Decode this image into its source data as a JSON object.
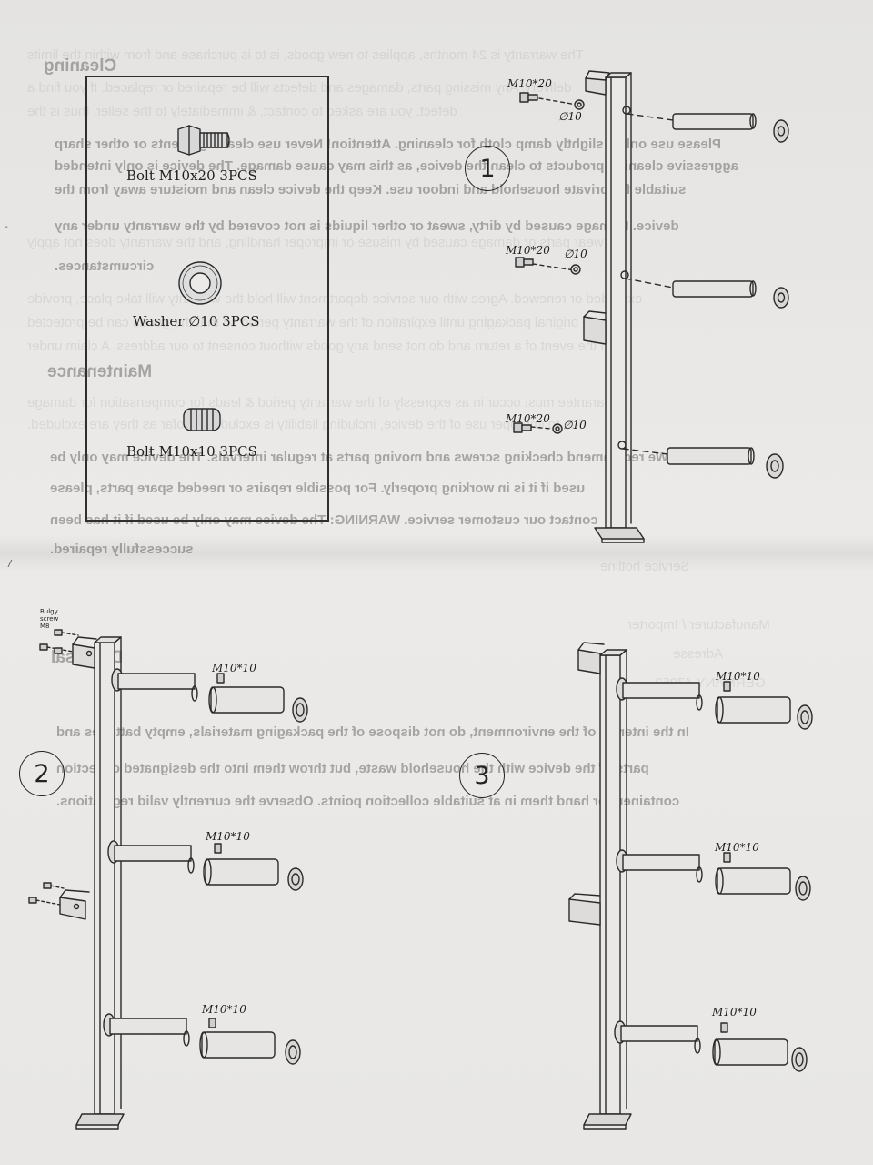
{
  "parts": [
    {
      "label": "Bolt M10x20 3PCS",
      "icon": "bolt-long-icon"
    },
    {
      "label": "Washer ∅10 3PCS",
      "icon": "washer-icon"
    },
    {
      "label": "Bolt M10x10 3PCS",
      "icon": "bolt-short-icon"
    }
  ],
  "steps": [
    {
      "number": "1"
    },
    {
      "number": "2"
    },
    {
      "number": "3"
    }
  ],
  "step1": {
    "bolt_label": "M10*20",
    "washer_label": "∅10"
  },
  "step2": {
    "screw_label": "Bulgy screw M8",
    "set_screw_label": "M10*10"
  },
  "step3": {
    "set_screw_label": "M10*10"
  },
  "bleed": {
    "cleaning_heading": "Cleaning",
    "cleaning_lines": [
      "The warranty is 24 months, applies to new goods, is to is purchase and from within the limits",
      "delivery. Any missing parts, damages and defects will be repaired or replaced. If you find a",
      "defect, you are asked to contact, & immediately to the seller, thus is the",
      "Please use only a slightly damp cloth for cleaning. Attention! Never use cleaning agents or other sharp",
      "aggressive cleaning products to clean the device, as this may cause damage. The device is only intended",
      "suitable for private household and indoor use. Keep the device clean and moisture away from the",
      "device. Damage caused by dirty, sweat or other liquids is not covered by the warranty under any",
      "circumstances."
    ],
    "warranty_lines": [
      "wear parts or damage caused by misuse or improper handling, and the warranty does not apply",
      "extended or renewed. Agree with our service department will hold the warranty will take place, provide",
      "the original packaging until expiration of the warranty period so that the goods can be protected",
      "in the event of a return and do not send any goods without consent to our address. A claim under",
      "guarantee must occur in as expressly of the warranty period & leads for compensation for damage",
      "due to improper use of the device, including liability is excluded insofar as they are excluded."
    ],
    "maintenance_heading": "Maintenance",
    "maintenance_lines": [
      "We recommend checking screws and moving parts at regular intervals. The device may only be",
      "used if it is in working properly. For possible repairs or needed spare parts, please",
      "contact our customer service. WARNING: The device may only be used if it has been",
      "successfully repaired."
    ],
    "side_lines": [
      "Service hotline",
      "Manufacturer / Importer",
      "Adresse",
      "GERMANY 47053"
    ],
    "disposal_heading": "Disposal",
    "disposal_lines": [
      "In the interest of the environment, do not dispose of the packaging materials, empty batteries and",
      "parts of the device with the household waste, but throw them into the designated collection",
      "containers or hand them in at suitable collection points. Observe the currently valid regulations."
    ]
  }
}
